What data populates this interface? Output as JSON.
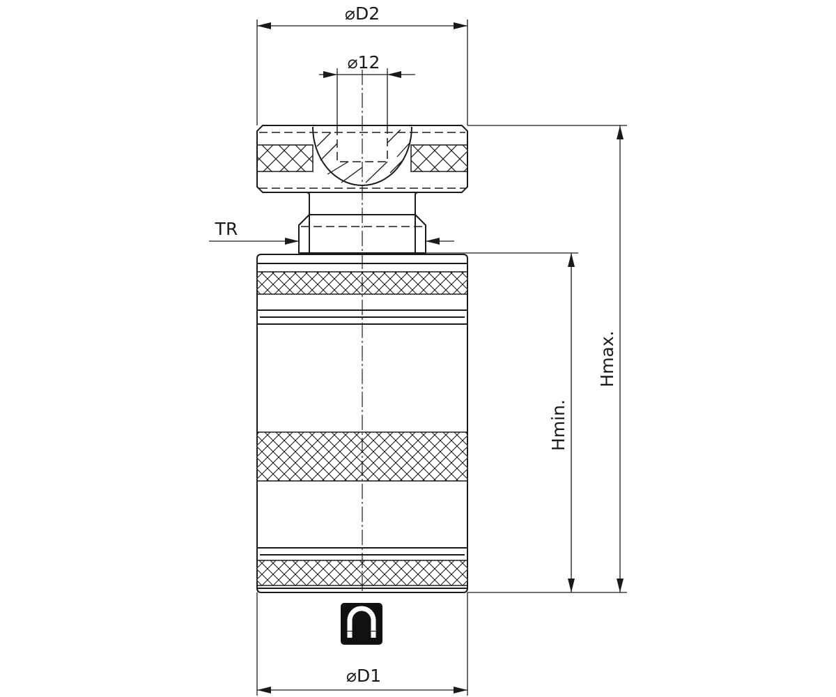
{
  "drawing": {
    "title": "Screw jack with magnetic base - dimension drawing",
    "labels": {
      "d2": "⌀D2",
      "d12": "⌀12",
      "tr": "TR",
      "hmin": "Hmin.",
      "hmax": "Hmax.",
      "d1": "⌀D1"
    },
    "icons": [
      "magnet-icon"
    ],
    "colors": {
      "line": "#1a1a1a",
      "background": "#ffffff"
    }
  }
}
